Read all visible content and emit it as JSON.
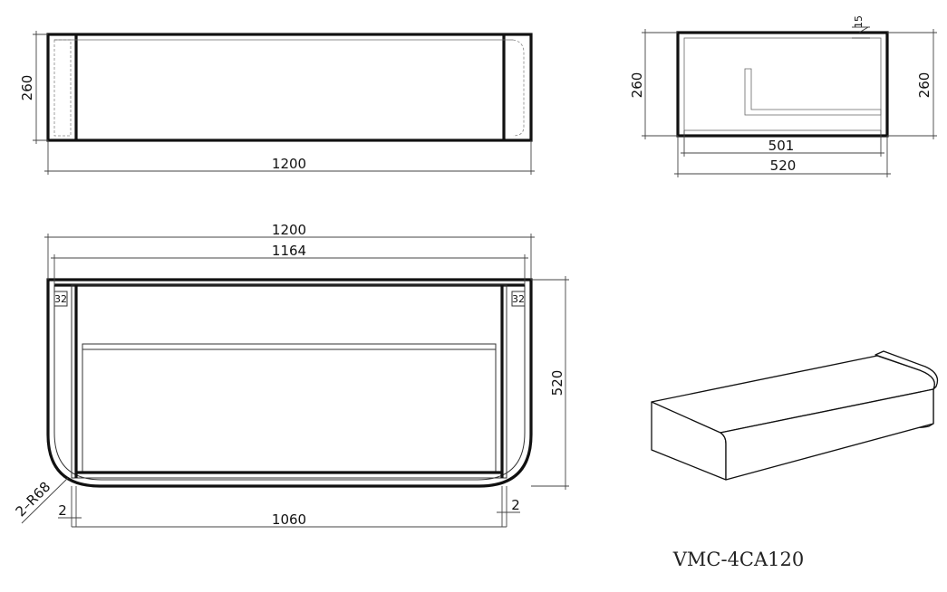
{
  "dimensions": {
    "front_height": "260",
    "front_width": "1200",
    "side_height_left": "260",
    "side_height_right": "260",
    "side_top": "15",
    "side_inner_width": "501",
    "side_width": "520",
    "top_width": "1200",
    "top_inner_width": "1164",
    "top_depth": "520",
    "top_corner_left": "32",
    "top_corner_right": "32",
    "radius": "2–R68",
    "offset_left": "2",
    "offset_right": "2",
    "top_inner_length": "1060"
  },
  "model_code": "VMC-4CA120"
}
